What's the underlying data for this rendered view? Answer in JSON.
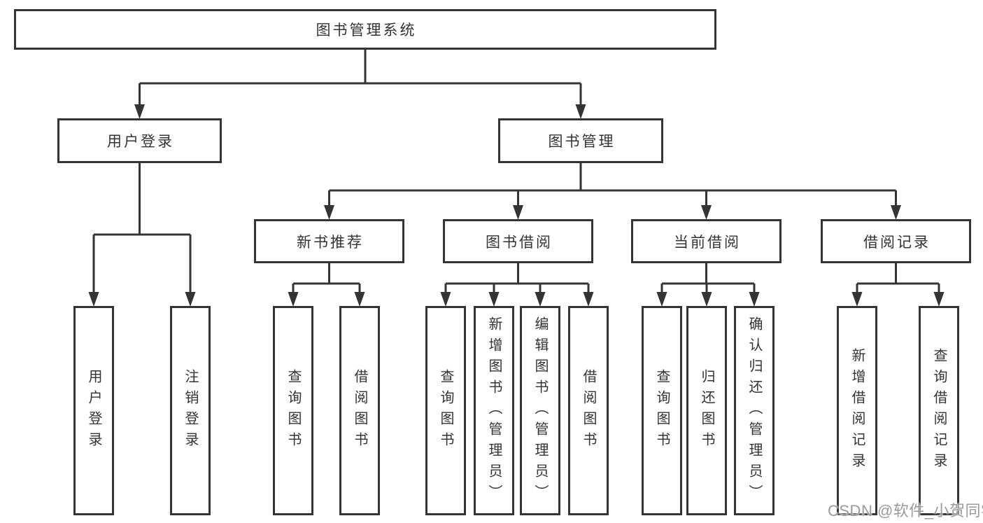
{
  "colors": {
    "line": "#343434",
    "text": "#333333",
    "background": "#ffffff",
    "watermark": "#9a9a9a"
  },
  "watermark": {
    "text": "CSDN @软件_小贺同学"
  },
  "tree": {
    "root": {
      "label": "图书管理系统"
    },
    "level2": [
      {
        "label": "用户登录"
      },
      {
        "label": "图书管理"
      }
    ],
    "level3": [
      {
        "label": "新书推荐"
      },
      {
        "label": "图书借阅"
      },
      {
        "label": "当前借阅"
      },
      {
        "label": "借阅记录"
      }
    ],
    "leaves": [
      {
        "label": "用户登录"
      },
      {
        "label": "注销登录"
      },
      {
        "label": "查询图书"
      },
      {
        "label": "借阅图书"
      },
      {
        "label": "查询图书"
      },
      {
        "label": "新增图书（管理员）"
      },
      {
        "label": "编辑图书（管理员）"
      },
      {
        "label": "借阅图书"
      },
      {
        "label": "查询图书"
      },
      {
        "label": "归还图书"
      },
      {
        "label": "确认归还（管理员）"
      },
      {
        "label": "新增借阅记录"
      },
      {
        "label": "查询借阅记录"
      }
    ]
  }
}
